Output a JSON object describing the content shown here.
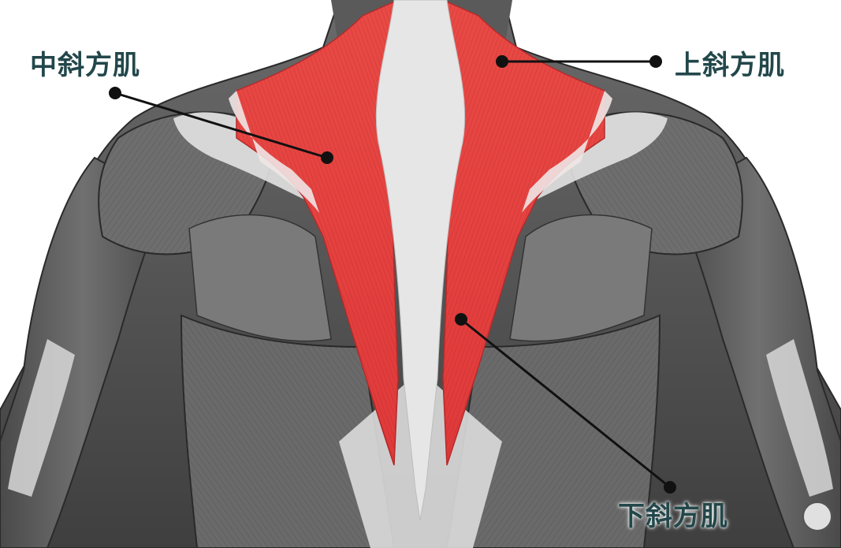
{
  "labels": {
    "middle_trapezius": "中斜方肌",
    "upper_trapezius": "上斜方肌",
    "lower_trapezius": "下斜方肌"
  },
  "colors": {
    "label_text": "#22474a",
    "leader_line": "#111111",
    "trapezius_highlight": "#e8403e",
    "muscle_dark": "#505050",
    "muscle_mid": "#8a8a8a",
    "tendon_light": "#e6e6e6"
  }
}
